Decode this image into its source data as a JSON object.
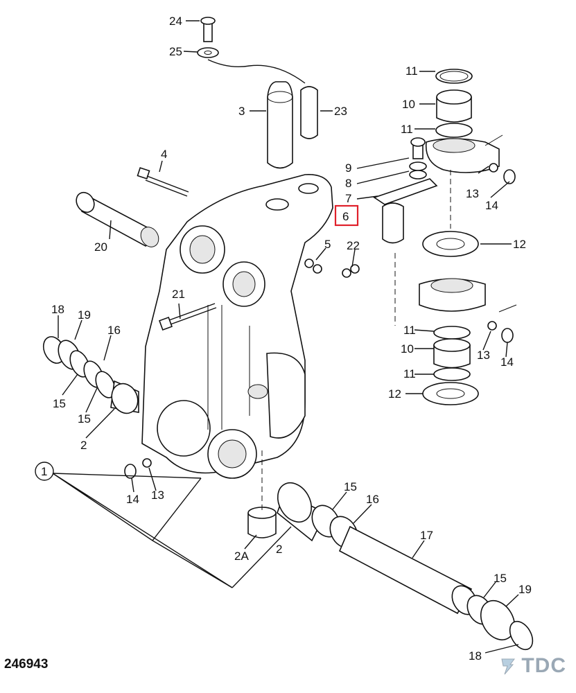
{
  "drawing_number": "246943",
  "brand": {
    "name": "TDC",
    "color": "#9aa8b5"
  },
  "highlight": {
    "label": "6",
    "color": "#e0202a"
  },
  "labels": [
    "24",
    "25",
    "3",
    "23",
    "11",
    "10",
    "11",
    "9",
    "8",
    "7",
    "6",
    "4",
    "13",
    "14",
    "20",
    "5",
    "22",
    "12",
    "21",
    "18",
    "19",
    "16",
    "11",
    "10",
    "11",
    "13",
    "14",
    "15",
    "15",
    "12",
    "2",
    "1",
    "14",
    "13",
    "2A",
    "15",
    "16",
    "2",
    "17",
    "15",
    "19",
    "18"
  ]
}
